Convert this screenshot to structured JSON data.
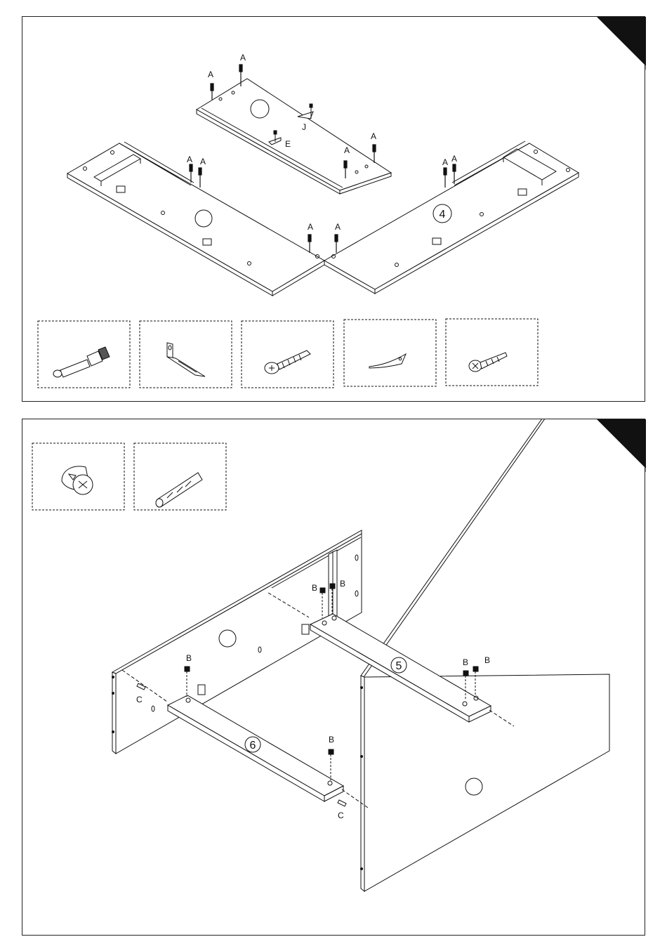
{
  "step_top": {
    "step_number": "4",
    "labels": {
      "a": "A",
      "e": "E",
      "j": "J"
    }
  },
  "step_bottom": {
    "step_number_right": "5",
    "step_number_left": "6",
    "labels": {
      "b": "B",
      "c": "C"
    }
  },
  "hardware_top": [
    {
      "icon": "cam-bolt-icon"
    },
    {
      "icon": "l-bracket-icon"
    },
    {
      "icon": "wood-screw-icon"
    },
    {
      "icon": "plastic-clip-icon"
    },
    {
      "icon": "countersunk-screw-icon"
    }
  ],
  "hardware_bottom": [
    {
      "icon": "cam-lock-icon"
    },
    {
      "icon": "wooden-dowel-icon"
    }
  ],
  "colors": {
    "line": "#111111",
    "corner": "#111111"
  }
}
